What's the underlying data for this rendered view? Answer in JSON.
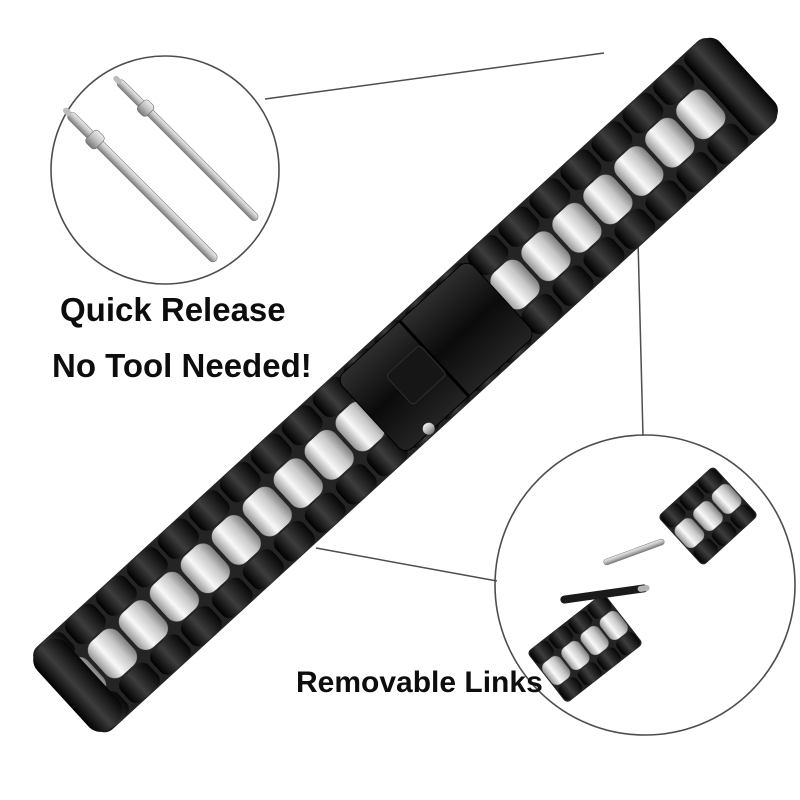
{
  "image": {
    "type": "product-photo",
    "subject": "Two-tone stainless steel watch band (black outer links, silver center links) with deployant clasp, shown diagonally on white background",
    "background": "#ffffff"
  },
  "annotations": {
    "quick_release": {
      "line1": "Quick Release",
      "line2": "No Tool Needed!"
    },
    "removable_links": {
      "label": "Removable Links"
    }
  },
  "graphics": {
    "callout_top_left": "circle showing two quick-release spring bar pins",
    "callout_bottom_right": "circle showing separated band links with removal pin",
    "band": "diagonal three-row link bracelet with fold-over clasp"
  },
  "colors": {
    "text": "#0d0d0d",
    "callout_stroke": "#4d4d4d",
    "link_black": "#0a0a0a",
    "link_silver": "#d9d9d9",
    "background": "#ffffff"
  }
}
